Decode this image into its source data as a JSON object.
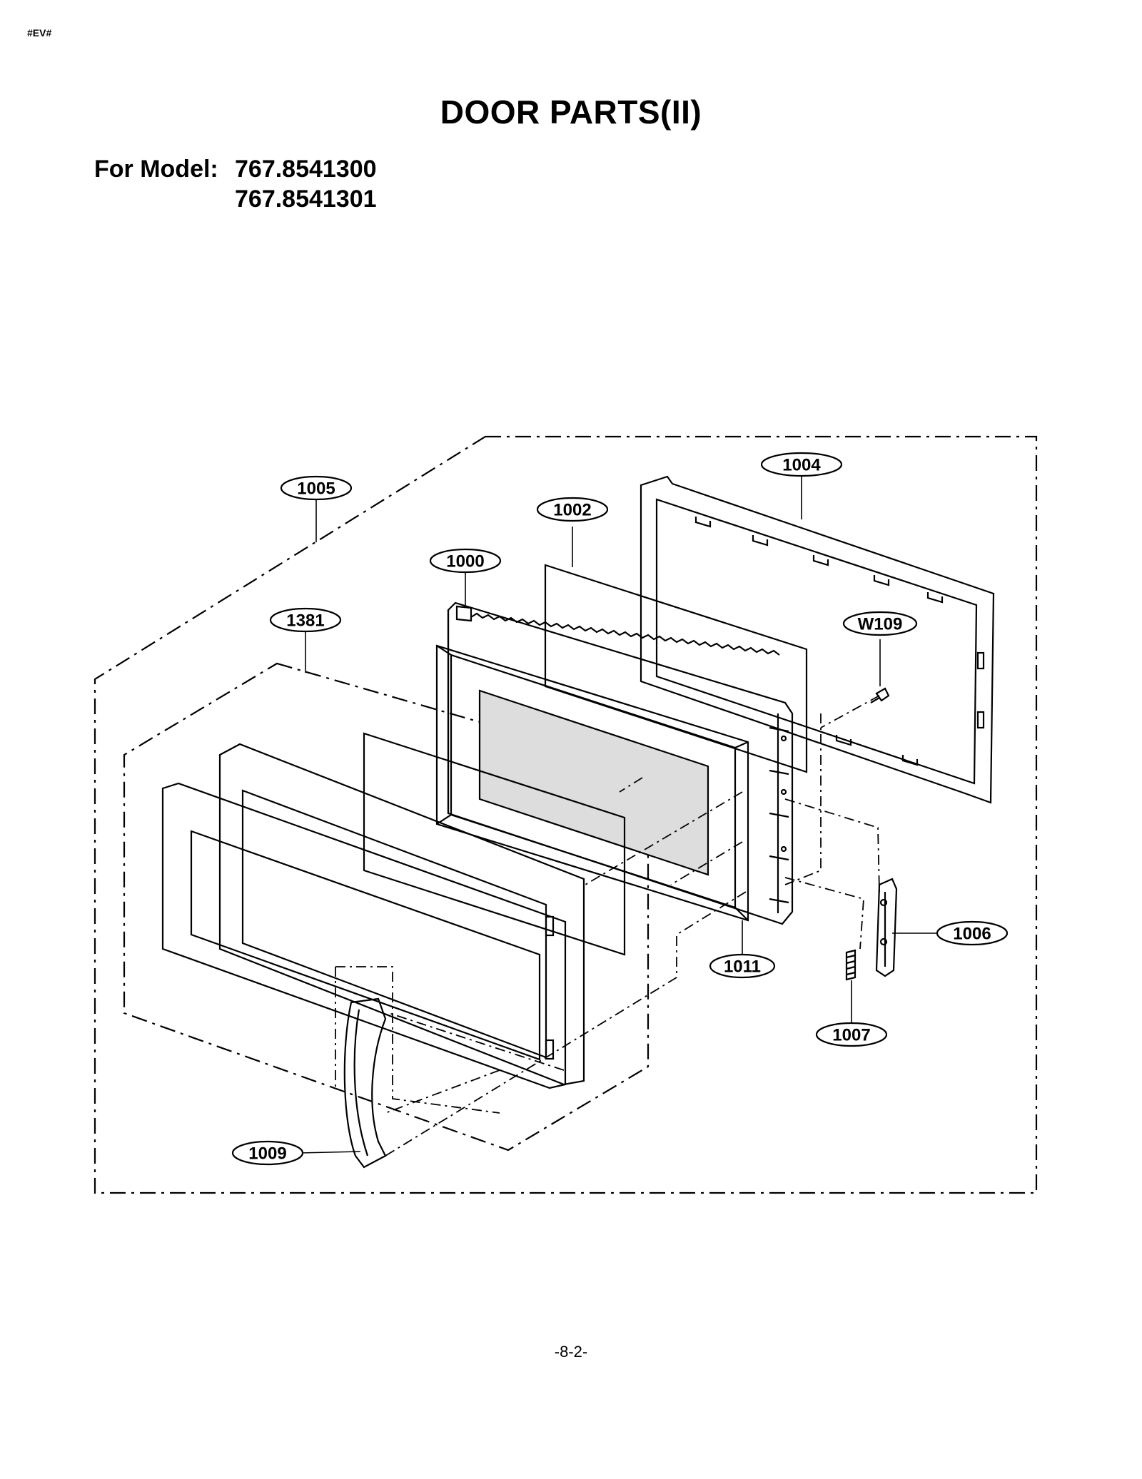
{
  "header": {
    "corner_tag": "#EV#",
    "title": "DOOR PARTS(II)",
    "model_label": "For Model:",
    "models": [
      "767.8541300",
      "767.8541301"
    ]
  },
  "diagram": {
    "callouts": [
      "1005",
      "1002",
      "1004",
      "1000",
      "1381",
      "W109",
      "1006",
      "1011",
      "1007",
      "1009"
    ]
  },
  "footer": {
    "page_number": "-8-2-"
  }
}
